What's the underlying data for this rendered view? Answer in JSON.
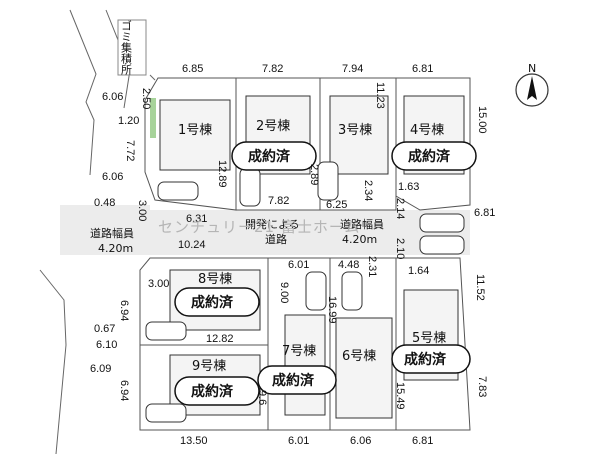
{
  "garbage_label": "ゴミ集積所",
  "compass": "N",
  "watermark": "センチュリー21 富士ホーム",
  "roads": {
    "west_label": "道路幅員",
    "west_width": "4.20m",
    "center_label": "開発による",
    "center_label2": "道路",
    "east_label": "道路幅員",
    "east_width": "4.20m"
  },
  "lots": [
    {
      "name": "1号棟",
      "status": ""
    },
    {
      "name": "2号棟",
      "status": "成約済"
    },
    {
      "name": "3号棟",
      "status": ""
    },
    {
      "name": "4号棟",
      "status": "成約済"
    },
    {
      "name": "5号棟",
      "status": "成約済"
    },
    {
      "name": "6号棟",
      "status": ""
    },
    {
      "name": "7号棟",
      "status": "成約済"
    },
    {
      "name": "8号棟",
      "status": "成約済"
    },
    {
      "name": "9号棟",
      "status": "成約済"
    }
  ],
  "dimensions": {
    "top_1": "6.85",
    "top_2": "7.82",
    "top_3": "7.94",
    "top_4": "6.81",
    "left_a": "6.06",
    "left_b": "2.50",
    "left_c": "1.20",
    "left_d": "7.72",
    "left_e": "6.06",
    "left_f": "0.48",
    "left_g": "3.00",
    "lot2_side": "12.89",
    "lot3_top": "11.23",
    "lot3_side": "2.89",
    "lot4_side": "15.00",
    "mid_a": "7.82",
    "mid_b": "6.25",
    "mid_c": "2.34",
    "mid_d": "1.63",
    "mid_e": "2.14",
    "mid_f": "6.81",
    "mid_g": "2.10",
    "road_w1": "6.31",
    "road_w2": "10.24",
    "lot8_a": "3.00",
    "lot8_b": "6.94",
    "lot8_c": "12.82",
    "lot7_a": "6.01",
    "lot7_b": "9.00",
    "lot6_a": "4.48",
    "lot6_b": "2.31",
    "lot6_c": "16.99",
    "lot5_a": "1.64",
    "lot5_b": "11.52",
    "lot5_c": "15.49",
    "lot5_d": "7.83",
    "left_h": "0.67",
    "left_i": "6.10",
    "left_j": "6.09",
    "lot9_side": "6.94",
    "lot7_side": "9.6",
    "bottom_1": "13.50",
    "bottom_2": "6.01",
    "bottom_3": "6.06",
    "bottom_4": "6.81"
  }
}
